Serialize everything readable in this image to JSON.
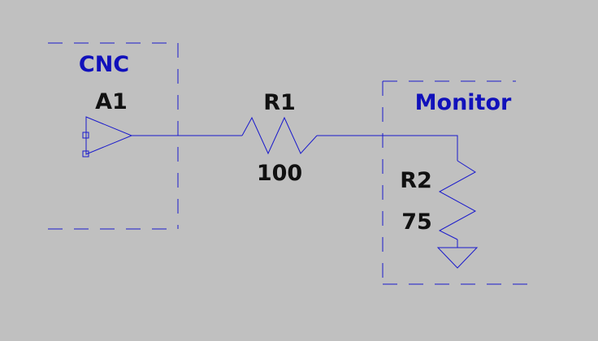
{
  "schematic": {
    "background": "#c0c0c0",
    "wire_color": "#1a1acc",
    "text_color": "#111111",
    "comment_color": "#1111bb",
    "regions": [
      {
        "label": "CNC"
      },
      {
        "label": "Monitor"
      }
    ],
    "components": [
      {
        "ref": "A1",
        "type": "buffer"
      },
      {
        "ref": "R1",
        "value": "100",
        "type": "resistor"
      },
      {
        "ref": "R2",
        "value": "75",
        "type": "resistor"
      }
    ],
    "ground_icon": "ground-icon"
  }
}
